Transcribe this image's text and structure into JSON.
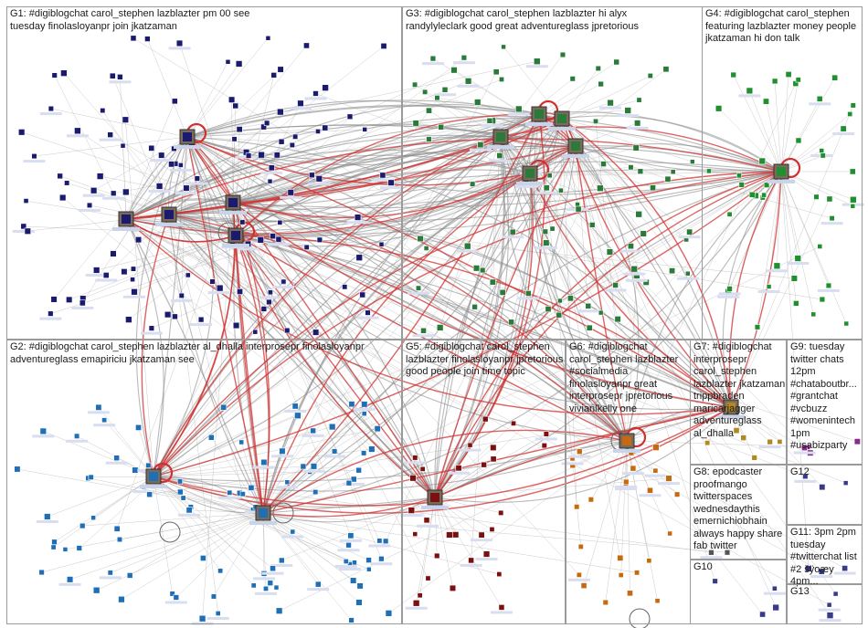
{
  "groups": [
    {
      "id": "G1",
      "label": "G1: #digiblogchat carol_stephen lazblazter pm 00 see tuesday finolasloyanpr join jkatzaman",
      "color": "#1a1a6e"
    },
    {
      "id": "G3",
      "label": "G3: #digiblogchat carol_stephen lazblazter hi alyx randylyleclark good great adventureglass jpretorious",
      "color": "#2a7a3a"
    },
    {
      "id": "G4",
      "label": "G4: #digiblogchat carol_stephen featuring lazblazter money people jkatzaman hi don talk",
      "color": "#1f8f2f"
    },
    {
      "id": "G2",
      "label": "G2: #digiblogchat carol_stephen lazblazter al_dhalla interprosepr finolasloyanpr adventureglass emapiriciu jkatzaman see",
      "color": "#1e6fb5"
    },
    {
      "id": "G5",
      "label": "G5: #digiblogchat carol_stephen lazblazter finolasloyanpr jpretorious good people join time topic",
      "color": "#7a1010"
    },
    {
      "id": "G6",
      "label": "G6: #digiblogchat carol_stephen lazblazter #socialmedia finolasloyanpr great interprosepr jpretorious vivianlkelly one",
      "color": "#c56a10"
    },
    {
      "id": "G7",
      "label": "G7: #digiblogchat interprosepr carol_stephen lazblazter jkatzaman trippbraden maricarjagger adventureglass al_dhalla",
      "color": "#b08a20"
    },
    {
      "id": "G9",
      "label": "G9: tuesday twitter chats 12pm #chataboutbr... #grantchat #vcbuzz #womenintech 1pm #usabizparty",
      "color": "#8a2a8a"
    },
    {
      "id": "G8",
      "label": "G8: epodcaster proofmango twitterspaces wednesdaythis emernichiobhain always happy share fab twitter",
      "color": "#555555"
    },
    {
      "id": "G12",
      "label": "G12",
      "color": "#3a3a8a"
    },
    {
      "id": "G10",
      "label": "G10",
      "color": "#3a3a8a"
    },
    {
      "id": "G11",
      "label": "G11: 3pm 2pm tuesday #twitterchat list #2 šÿoæy 4pm...",
      "color": "#3a3a8a"
    },
    {
      "id": "G13",
      "label": "G13",
      "color": "#3a3a8a"
    }
  ],
  "colors": {
    "edge_gray": "#8c8c8c",
    "edge_red": "#d03030",
    "box_border": "#9a9a9a",
    "background": "#ffffff"
  }
}
